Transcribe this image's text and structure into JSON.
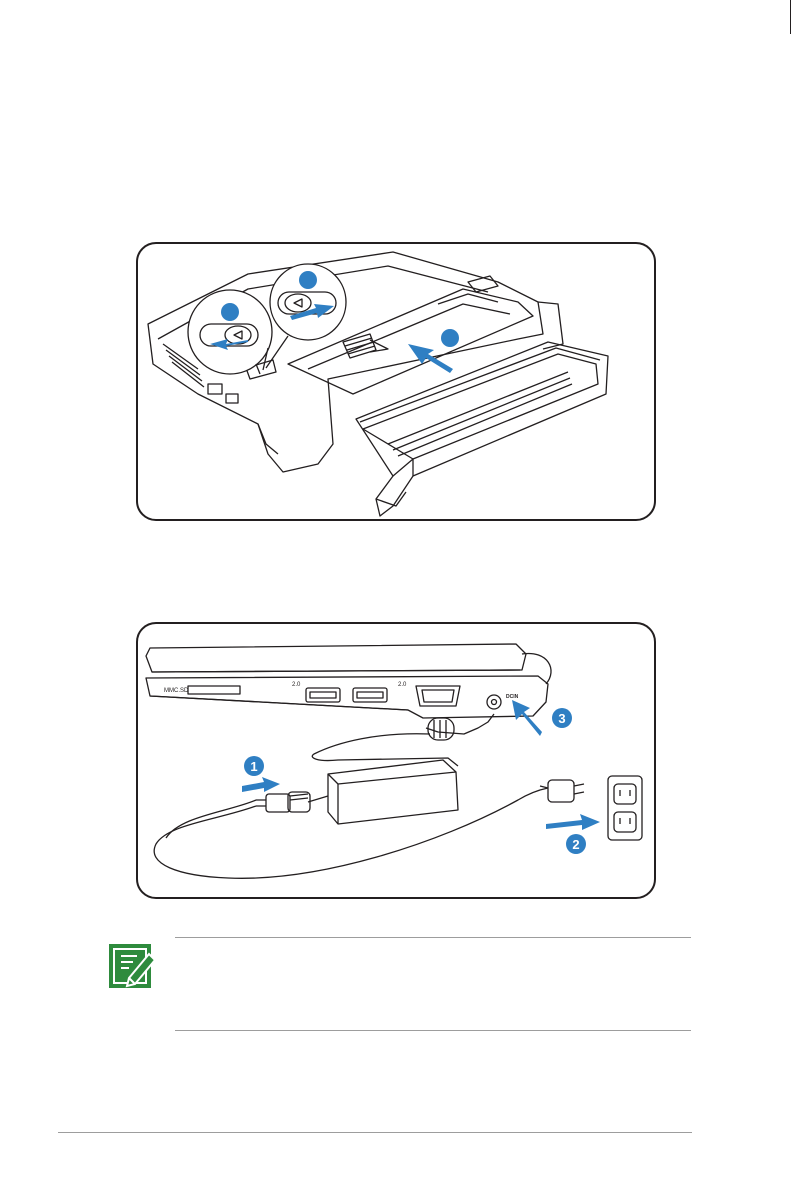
{
  "colors": {
    "accent": "#2f7fc3",
    "note_icon": "#2e8b3d",
    "line": "#231f20",
    "rule": "#9d9d9d"
  },
  "battery_panel": {
    "step_markers": [
      "",
      "",
      ""
    ]
  },
  "power_panel": {
    "steps": [
      "1",
      "2",
      "3"
    ],
    "port_labels": {
      "card_reader": "MMC.SD",
      "usb_left": "2.0",
      "usb_right": "2.0",
      "dc_in": "DCIN"
    }
  },
  "note": {
    "icon": "note-pencil-icon"
  }
}
